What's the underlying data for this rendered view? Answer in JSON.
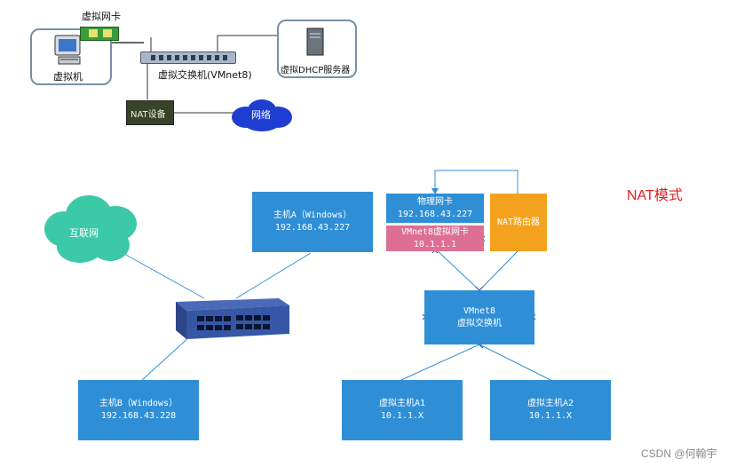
{
  "top_diagram": {
    "virtual_nic": "虚拟网卡",
    "virtual_machine": "虚拟机",
    "virtual_switch": "虚拟交换机(VMnet8)",
    "dhcp_server": "虚拟DHCP服务器",
    "nat_device": "NAT设备",
    "network": "网络"
  },
  "mode_title": "NAT模式",
  "internet": "互联网",
  "host_a": {
    "name": "主机A（Windows）",
    "ip": "192.168.43.227"
  },
  "host_b": {
    "name": "主机B（Windows）",
    "ip": "192.168.43.228"
  },
  "physical_nic": {
    "name": "物理网卡",
    "ip": "192.168.43.227"
  },
  "vmnet8_nic": {
    "name": "VMnet8虚拟网卡",
    "ip": "10.1.1.1"
  },
  "nat_router": "NAT路由器",
  "vmnet8_switch": {
    "line1": "VMnet8",
    "line2": "虚拟交换机"
  },
  "vhost_a1": {
    "name": "虚拟主机A1",
    "ip": "10.1.1.X"
  },
  "vhost_a2": {
    "name": "虚拟主机A2",
    "ip": "10.1.1.X"
  },
  "watermark": "CSDN @何翰宇",
  "colors": {
    "blue": "#2f8fd6",
    "pink": "#dd6f93",
    "orange": "#f4a21d",
    "cloud": "#3cc9a8",
    "nat_title": "#e02020"
  }
}
